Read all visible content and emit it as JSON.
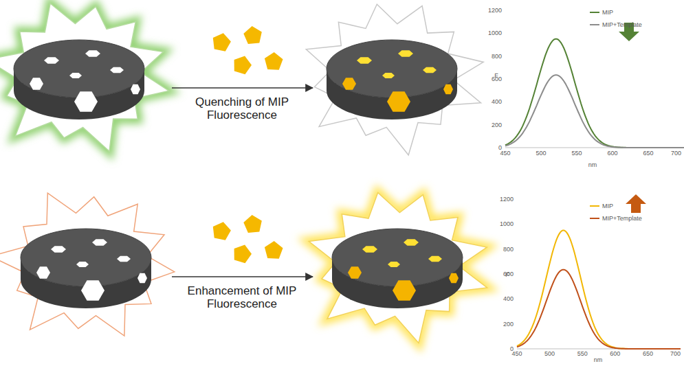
{
  "diagram": {
    "labels": [
      "Quenching of MIP Fluorescence",
      "Enhancement of MIP Fluorescence",
      "0",
      "200",
      "400",
      "600",
      "800",
      "1000",
      "1200",
      "450",
      "500",
      "550",
      "600",
      "650",
      "700",
      "F",
      "nm",
      "0",
      "200",
      "400",
      "600",
      "800",
      "1000",
      "1200",
      "450",
      "500",
      "550",
      "600",
      "650",
      "700",
      "F",
      "nm"
    ],
    "legend": [
      {
        "text": "MIP"
      },
      {
        "text": "MIP+Template"
      },
      {
        "text": "MIP"
      },
      {
        "text": "MIP+Template"
      }
    ]
  }
}
